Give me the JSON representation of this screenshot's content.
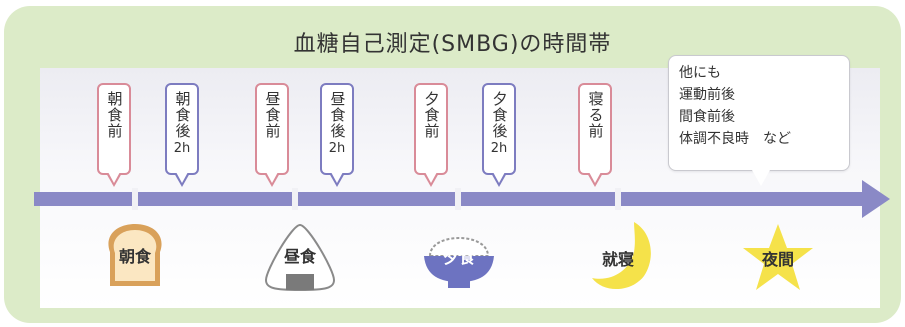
{
  "title": "血糖自己測定(SMBG)の時間帯",
  "timings": [
    {
      "label": "朝食前",
      "sub": ""
    },
    {
      "label": "朝食後",
      "sub": "2h"
    },
    {
      "label": "昼食前",
      "sub": ""
    },
    {
      "label": "昼食後",
      "sub": "2h"
    },
    {
      "label": "夕食前",
      "sub": ""
    },
    {
      "label": "夕食後",
      "sub": "2h"
    },
    {
      "label": "寝る前",
      "sub": ""
    }
  ],
  "callout": {
    "lines": [
      "他にも",
      "運動前後",
      "間食前後",
      "体調不良時　など"
    ]
  },
  "events": {
    "breakfast": "朝食",
    "lunch": "昼食",
    "dinner": "夕食",
    "bedtime": "就寝",
    "night": "夜間"
  },
  "colors": {
    "pre_border": "#d98b98",
    "post_border": "#7d7cc0",
    "arrow": "#8a89c6",
    "background": "#dcebc8"
  }
}
